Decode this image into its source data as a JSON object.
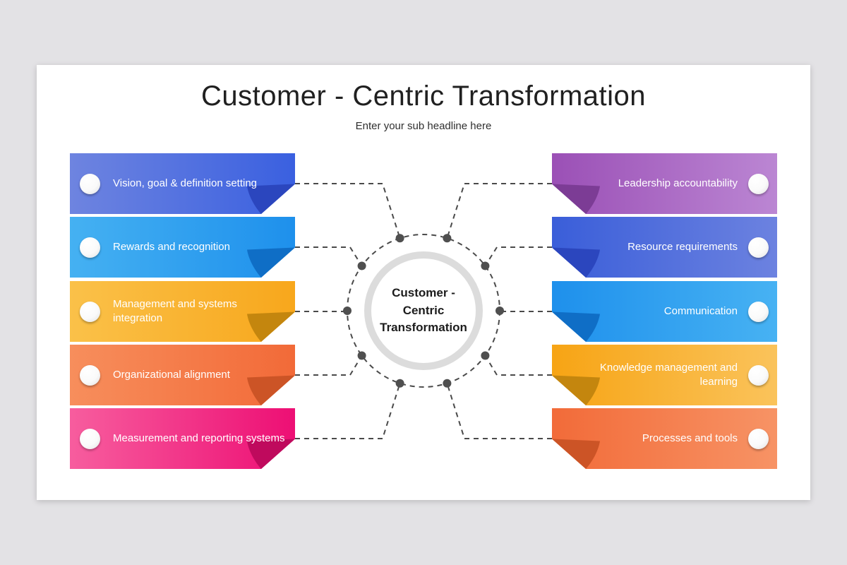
{
  "title": "Customer - Centric Transformation",
  "subtitle": "Enter your sub headline here",
  "center": {
    "label": "Customer - Centric Transformation"
  },
  "left_items": [
    {
      "label": "Vision, goal & definition setting",
      "color_start": "#6e84e0",
      "color_end": "#3a60e0",
      "fold": "#2b46be"
    },
    {
      "label": "Rewards and recognition",
      "color_start": "#45b1f2",
      "color_end": "#1e90ec",
      "fold": "#0f6ec6"
    },
    {
      "label": "Management and systems integration",
      "color_start": "#fac149",
      "color_end": "#f8a71c",
      "fold": "#c4860e"
    },
    {
      "label": "Organizational alignment",
      "color_start": "#f78e5c",
      "color_end": "#f26a38",
      "fold": "#cc5426"
    },
    {
      "label": "Measurement and reporting systems",
      "color_start": "#f75d9e",
      "color_end": "#ed0f74",
      "fold": "#bf0a5d"
    }
  ],
  "right_items": [
    {
      "label": "Leadership accountability",
      "color_start": "#9b50b6",
      "color_end": "#bb86d3",
      "fold": "#7c3c95"
    },
    {
      "label": "Resource requirements",
      "color_start": "#3a5ed9",
      "color_end": "#6c82e0",
      "fold": "#2b46be"
    },
    {
      "label": "Communication",
      "color_start": "#1e90ec",
      "color_end": "#47b2f3",
      "fold": "#0f6ec6"
    },
    {
      "label": "Knowledge management and learning",
      "color_start": "#f7a414",
      "color_end": "#fac35b",
      "fold": "#c4860e"
    },
    {
      "label": "Processes and tools",
      "color_start": "#f26b39",
      "color_end": "#f79365",
      "fold": "#cc5426"
    }
  ],
  "colors": {
    "connector": "#4a4a4a",
    "node": "#4f4f4f",
    "ring": "#dcdcdc",
    "page_background": "#e3e2e5",
    "slide_background": "#ffffff",
    "title_text": "#202020",
    "banner_text": "#ffffff"
  }
}
